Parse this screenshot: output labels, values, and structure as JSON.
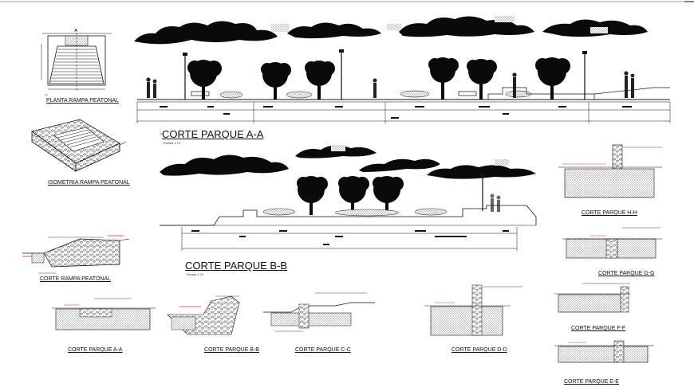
{
  "drawing": {
    "labels": {
      "planta_rampa": "PLANTA RAMPA PEATONAL",
      "isometria_rampa": "ISOMETRIA RAMPA PEATONAL",
      "corte_rampa": "CORTE RAMPA PEATONAL",
      "corte_aa_main": "CORTE PARQUE A-A",
      "corte_bb_main": "CORTE PARQUE B-B",
      "scale_note": "Escala 1:75",
      "detail_aa": "CORTE PARQUE A-A",
      "detail_bb": "CORTE PARQUE B-B",
      "detail_cc": "CORTE PARQUE C-C",
      "detail_dd": "CORTE PARQUE D-D",
      "detail_ee": "CORTE PARQUE E-E",
      "detail_ff": "CORTE PARQUE F-F",
      "detail_gg": "CORTE PARQUE G-G",
      "detail_hh": "CORTE PARQUE H-H"
    },
    "colors": {
      "ink": "#111111",
      "hatch": "#444444",
      "accent_red": "#c0392b",
      "frame": "#999999"
    }
  }
}
